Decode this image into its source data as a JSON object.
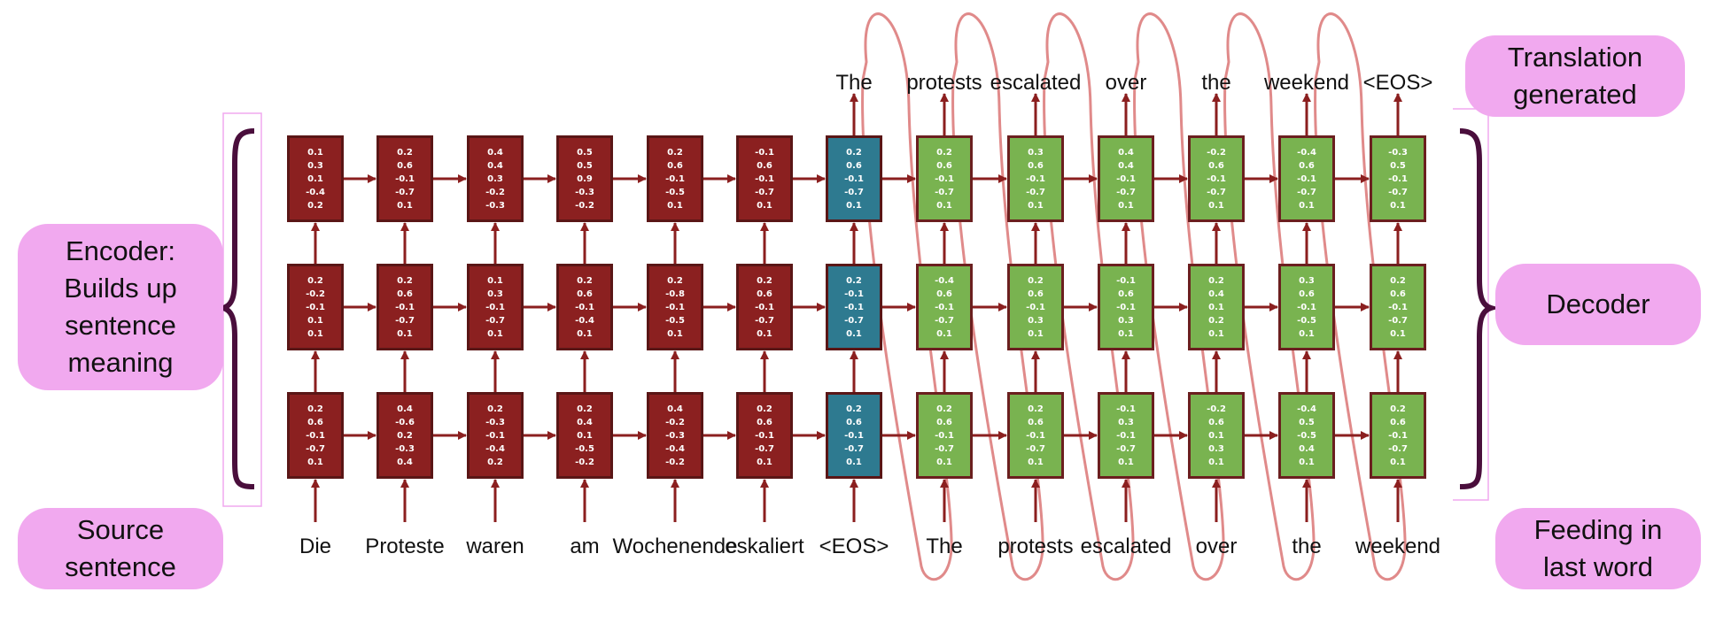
{
  "labels": {
    "translation": "Translation\ngenerated",
    "encoder": "Encoder:\nBuilds up\nsentence\nmeaning",
    "decoder": "Decoder",
    "source": "Source\nsentence",
    "feeding": "Feeding in\nlast word"
  },
  "source_words": [
    "Die",
    "Proteste",
    "waren",
    "am",
    "Wochenende",
    "eskaliert",
    "<EOS>",
    "The",
    "protests",
    "escalated",
    "over",
    "the",
    "weekend"
  ],
  "output_words": [
    "The",
    "protests",
    "escalated",
    "over",
    "the",
    "weekend",
    "<EOS>"
  ],
  "layers": [
    [
      [
        "0.1",
        "0.3",
        "0.1",
        "-0.4",
        "0.2"
      ],
      [
        "0.2",
        "0.6",
        "-0.1",
        "-0.7",
        "0.1"
      ],
      [
        "0.4",
        "0.4",
        "0.3",
        "-0.2",
        "-0.3"
      ],
      [
        "0.5",
        "0.5",
        "0.9",
        "-0.3",
        "-0.2"
      ],
      [
        "0.2",
        "0.6",
        "-0.1",
        "-0.5",
        "0.1"
      ],
      [
        "-0.1",
        "0.6",
        "-0.1",
        "-0.7",
        "0.1"
      ],
      [
        "0.2",
        "0.6",
        "-0.1",
        "-0.7",
        "0.1"
      ],
      [
        "0.2",
        "0.6",
        "-0.1",
        "-0.7",
        "0.1"
      ],
      [
        "0.3",
        "0.6",
        "-0.1",
        "-0.7",
        "0.1"
      ],
      [
        "0.4",
        "0.4",
        "-0.1",
        "-0.7",
        "0.1"
      ],
      [
        "-0.2",
        "0.6",
        "-0.1",
        "-0.7",
        "0.1"
      ],
      [
        "-0.4",
        "0.6",
        "-0.1",
        "-0.7",
        "0.1"
      ],
      [
        "-0.3",
        "0.5",
        "-0.1",
        "-0.7",
        "0.1"
      ]
    ],
    [
      [
        "0.2",
        "-0.2",
        "-0.1",
        "0.1",
        "0.1"
      ],
      [
        "0.2",
        "0.6",
        "-0.1",
        "-0.7",
        "0.1"
      ],
      [
        "0.1",
        "0.3",
        "-0.1",
        "-0.7",
        "0.1"
      ],
      [
        "0.2",
        "0.6",
        "-0.1",
        "-0.4",
        "0.1"
      ],
      [
        "0.2",
        "-0.8",
        "-0.1",
        "-0.5",
        "0.1"
      ],
      [
        "0.2",
        "0.6",
        "-0.1",
        "-0.7",
        "0.1"
      ],
      [
        "0.2",
        "-0.1",
        "-0.1",
        "-0.7",
        "0.1"
      ],
      [
        "-0.4",
        "0.6",
        "-0.1",
        "-0.7",
        "0.1"
      ],
      [
        "0.2",
        "0.6",
        "-0.1",
        "0.3",
        "0.1"
      ],
      [
        "-0.1",
        "0.6",
        "-0.1",
        "0.3",
        "0.1"
      ],
      [
        "0.2",
        "0.4",
        "0.1",
        "0.2",
        "0.1"
      ],
      [
        "0.3",
        "0.6",
        "-0.1",
        "-0.5",
        "0.1"
      ],
      [
        "0.2",
        "0.6",
        "-0.1",
        "-0.7",
        "0.1"
      ]
    ],
    [
      [
        "0.2",
        "0.6",
        "-0.1",
        "-0.7",
        "0.1"
      ],
      [
        "0.4",
        "-0.6",
        "0.2",
        "-0.3",
        "0.4"
      ],
      [
        "0.2",
        "-0.3",
        "-0.1",
        "-0.4",
        "0.2"
      ],
      [
        "0.2",
        "0.4",
        "0.1",
        "-0.5",
        "-0.2"
      ],
      [
        "0.4",
        "-0.2",
        "-0.3",
        "-0.4",
        "-0.2"
      ],
      [
        "0.2",
        "0.6",
        "-0.1",
        "-0.7",
        "0.1"
      ],
      [
        "0.2",
        "0.6",
        "-0.1",
        "-0.7",
        "0.1"
      ],
      [
        "0.2",
        "0.6",
        "-0.1",
        "-0.7",
        "0.1"
      ],
      [
        "0.2",
        "0.6",
        "-0.1",
        "-0.7",
        "0.1"
      ],
      [
        "-0.1",
        "0.3",
        "-0.1",
        "-0.7",
        "0.1"
      ],
      [
        "-0.2",
        "0.6",
        "0.1",
        "0.3",
        "0.1"
      ],
      [
        "-0.4",
        "0.5",
        "-0.5",
        "0.4",
        "0.1"
      ],
      [
        "0.2",
        "0.6",
        "-0.1",
        "-0.7",
        "0.1"
      ]
    ]
  ],
  "colors": {
    "encoder_cell": "#8b2020",
    "eos_cell": "#2e7a90",
    "decoder_cell": "#79b350",
    "arrow": "#8b1f1f",
    "feedback_loop": "#e08a8a",
    "brace": "#4a0e3c",
    "label_pill": "#f1a9ef"
  }
}
